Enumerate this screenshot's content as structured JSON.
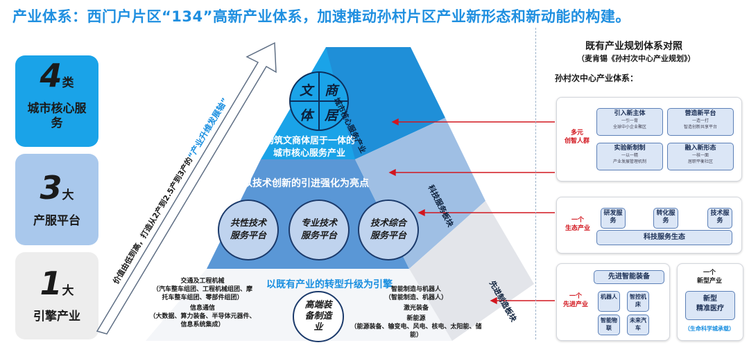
{
  "title": "产业体系：西门户片区“134”高新产业体系，加速推动孙村片区产业新形态和新动能的构建。",
  "side_cards": [
    {
      "num": "4",
      "unit": "类",
      "label": "城市核心服务",
      "bg": "#1aa3e8"
    },
    {
      "num": "3",
      "unit": "大",
      "label": "产服平台",
      "bg": "#a9c8ec"
    },
    {
      "num": "1",
      "unit": "大",
      "label": "引擎产业",
      "bg": "#ededed"
    }
  ],
  "arrow_text": {
    "prefix": "价值由低到高，打造从2产到2.5产到3产的",
    "highlight": "“产业升维发展轴”"
  },
  "pyramid": {
    "top_quadrants": [
      "文",
      "商",
      "体",
      "居"
    ],
    "top_caption_1": "构筑文商体居于一体的",
    "top_caption_2": "城市核心服务产业",
    "mid_title": "以技术创新的引进强化为亮点",
    "mid_circles": [
      {
        "l1": "共性技术",
        "l2": "服务平台"
      },
      {
        "l1": "专业技术",
        "l2": "服务平台"
      },
      {
        "l1": "技术综合",
        "l2": "服务平台"
      }
    ],
    "bottom_title": "以既有产业的转型升级为引擎",
    "bottom_left": [
      "交通及工程机械",
      "（汽车整车组团、工程机械组团、摩",
      "托车整车组团、零部件组团）",
      "信息通信",
      "（大数据、算力装备、半导体元器件、",
      "信息系统集成）"
    ],
    "bottom_center": {
      "l1": "高端装",
      "l2": "备制造",
      "l3": "业"
    },
    "bottom_right": [
      "智能制造与机器人",
      "（智能制造、机器人）",
      "激光装备",
      "新能源",
      "（能源装备、输变电、风电、核电、太阳能、储能）"
    ],
    "side_labels": [
      "城市核心服务产业",
      "科技服务板块",
      "先进制造板块"
    ]
  },
  "right_panel": {
    "heading": "既有产业规划体系对照",
    "subheading": "（麦肯锡《孙村次中心产业规划》）",
    "system_label": "孙村次中心产业体系：",
    "box1": {
      "red": [
        "多元",
        "创智人群"
      ],
      "pills": [
        {
          "t": "引入新主体",
          "s1": "一引一育",
          "s2": "全球中小企业聚区"
        },
        {
          "t": "营造新平台",
          "s1": "一造一打",
          "s2": "智造创新共享平台"
        },
        {
          "t": "实验新制制",
          "s1": "一以一精",
          "s2": "产业发展管理机制"
        },
        {
          "t": "融入新形态",
          "s1": "一核一面",
          "s2": "居职平衡社区"
        }
      ]
    },
    "box2": {
      "red": [
        "一个",
        "生态产业"
      ],
      "pills": [
        "研发服务",
        "转化服务",
        "技术服务"
      ],
      "bar": "科技服务生态"
    },
    "box3": {
      "red": [
        "一个",
        "先进产业"
      ],
      "header": "先进智能装备",
      "pills": [
        "机器人",
        "智控机床",
        "智能物联",
        "未来汽车"
      ]
    },
    "box4": {
      "top": [
        "一个",
        "新型产业"
      ],
      "pill": [
        "新型",
        "精准医疗"
      ],
      "note": "（生命科学城承载）"
    }
  }
}
